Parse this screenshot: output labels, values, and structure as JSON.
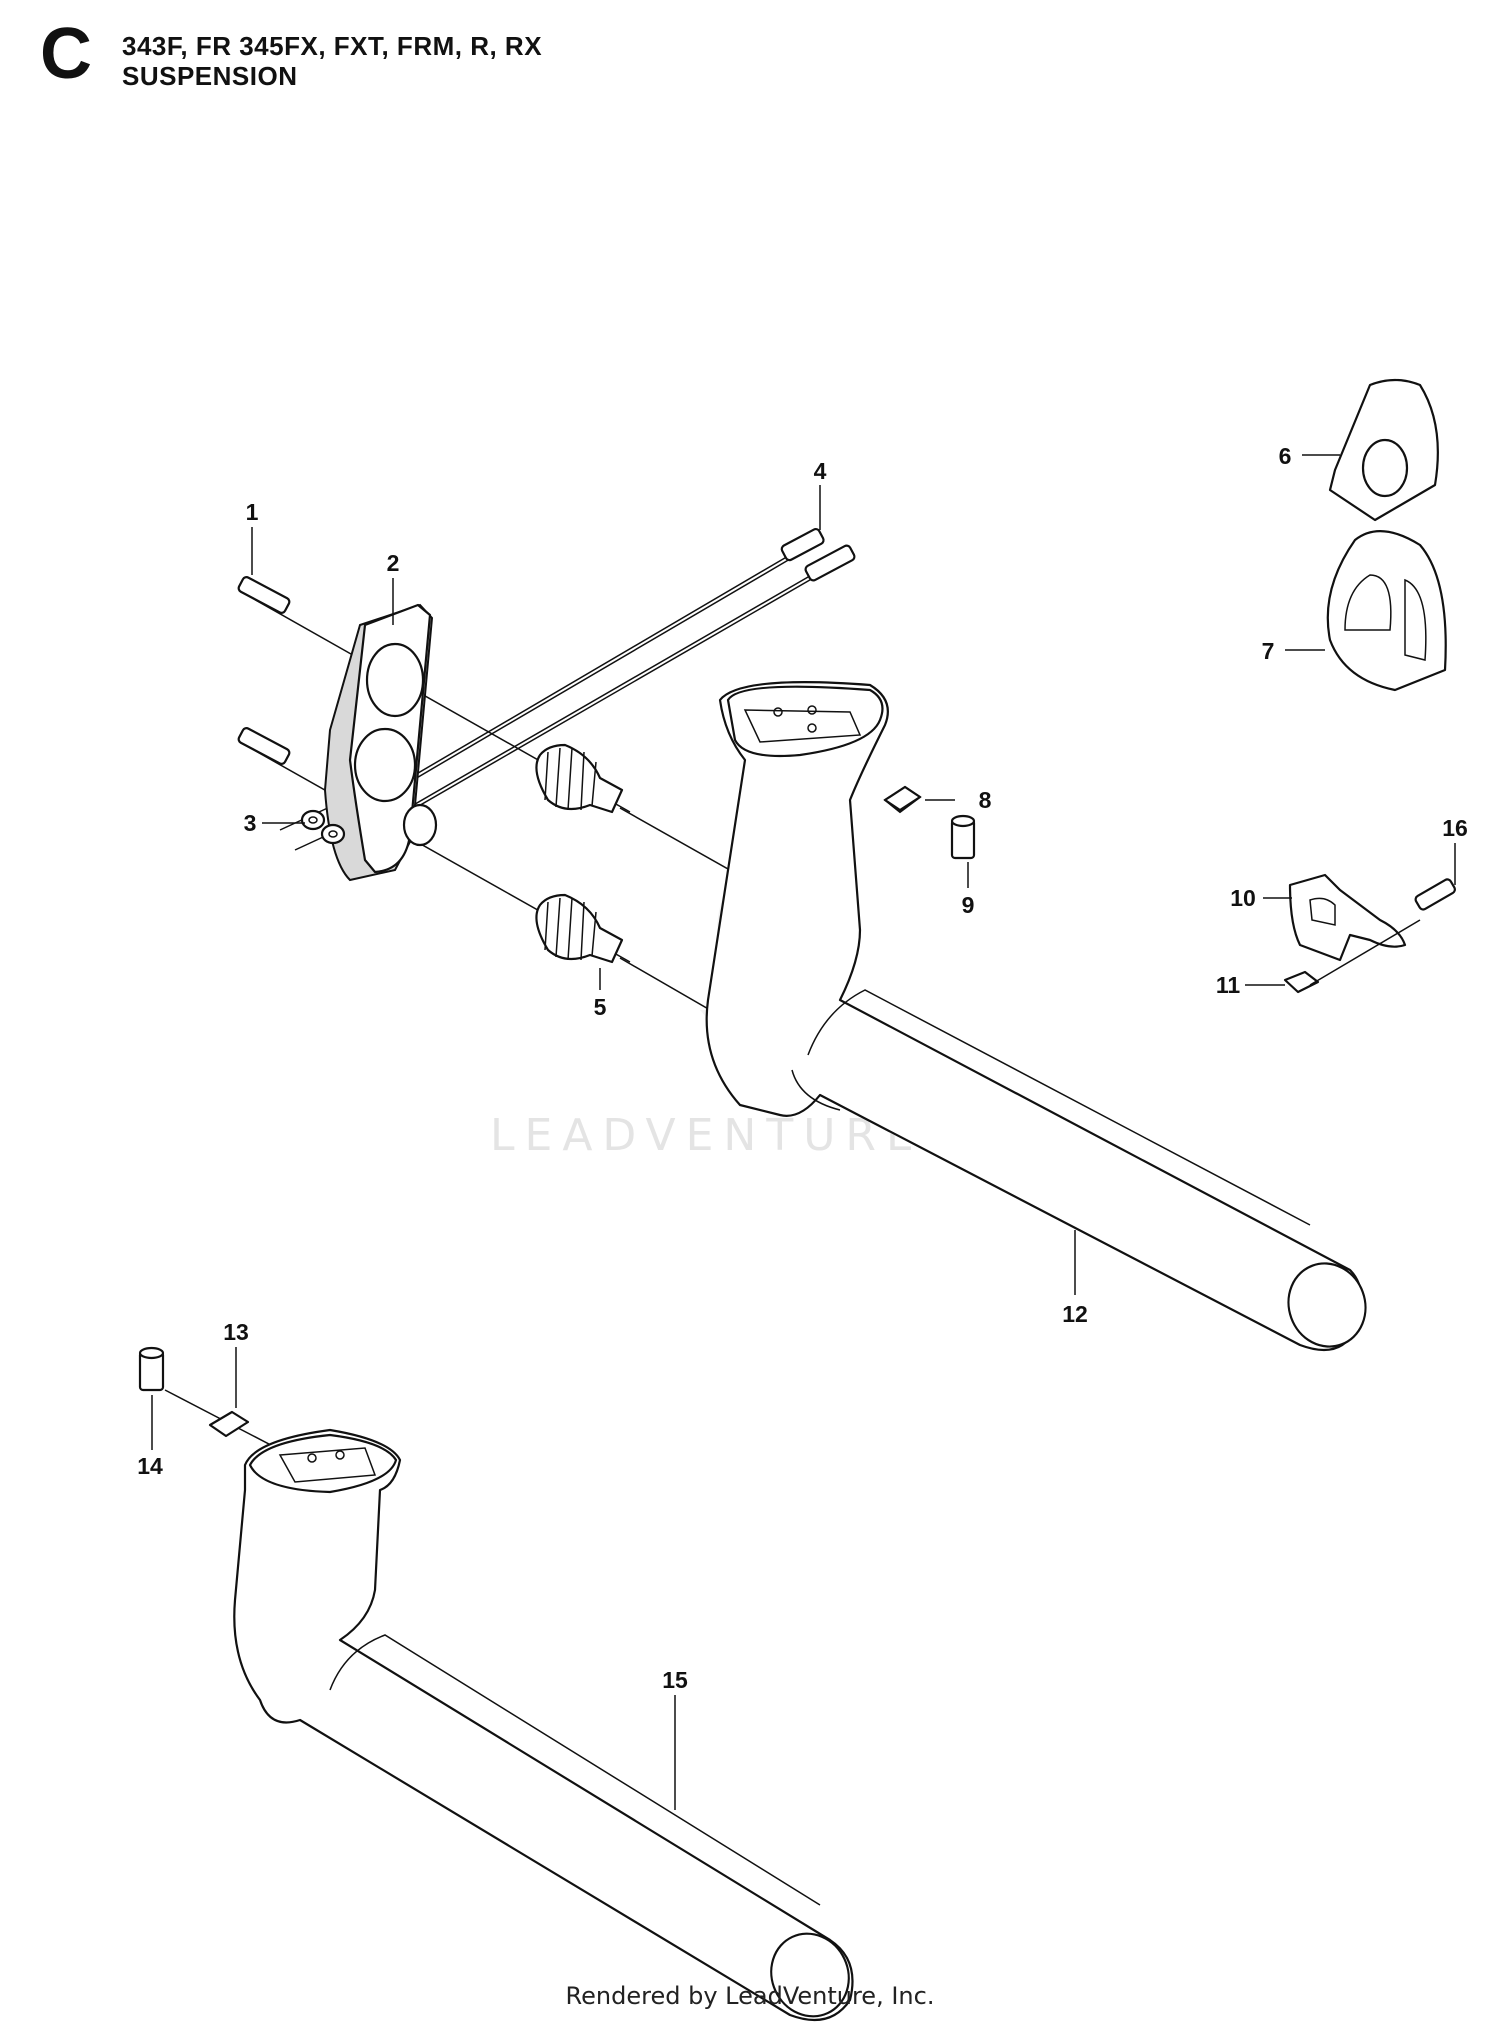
{
  "header": {
    "section_letter": "C",
    "model_line": "343F, FR 345FX, FXT, FRM, R, RX",
    "section_title": "SUSPENSION"
  },
  "watermark": "LEADVENTURE",
  "footer": "Rendered by LeadVenture, Inc.",
  "callouts": [
    "1",
    "2",
    "3",
    "4",
    "5",
    "6",
    "7",
    "8",
    "9",
    "10",
    "11",
    "12",
    "13",
    "14",
    "15",
    "16"
  ]
}
